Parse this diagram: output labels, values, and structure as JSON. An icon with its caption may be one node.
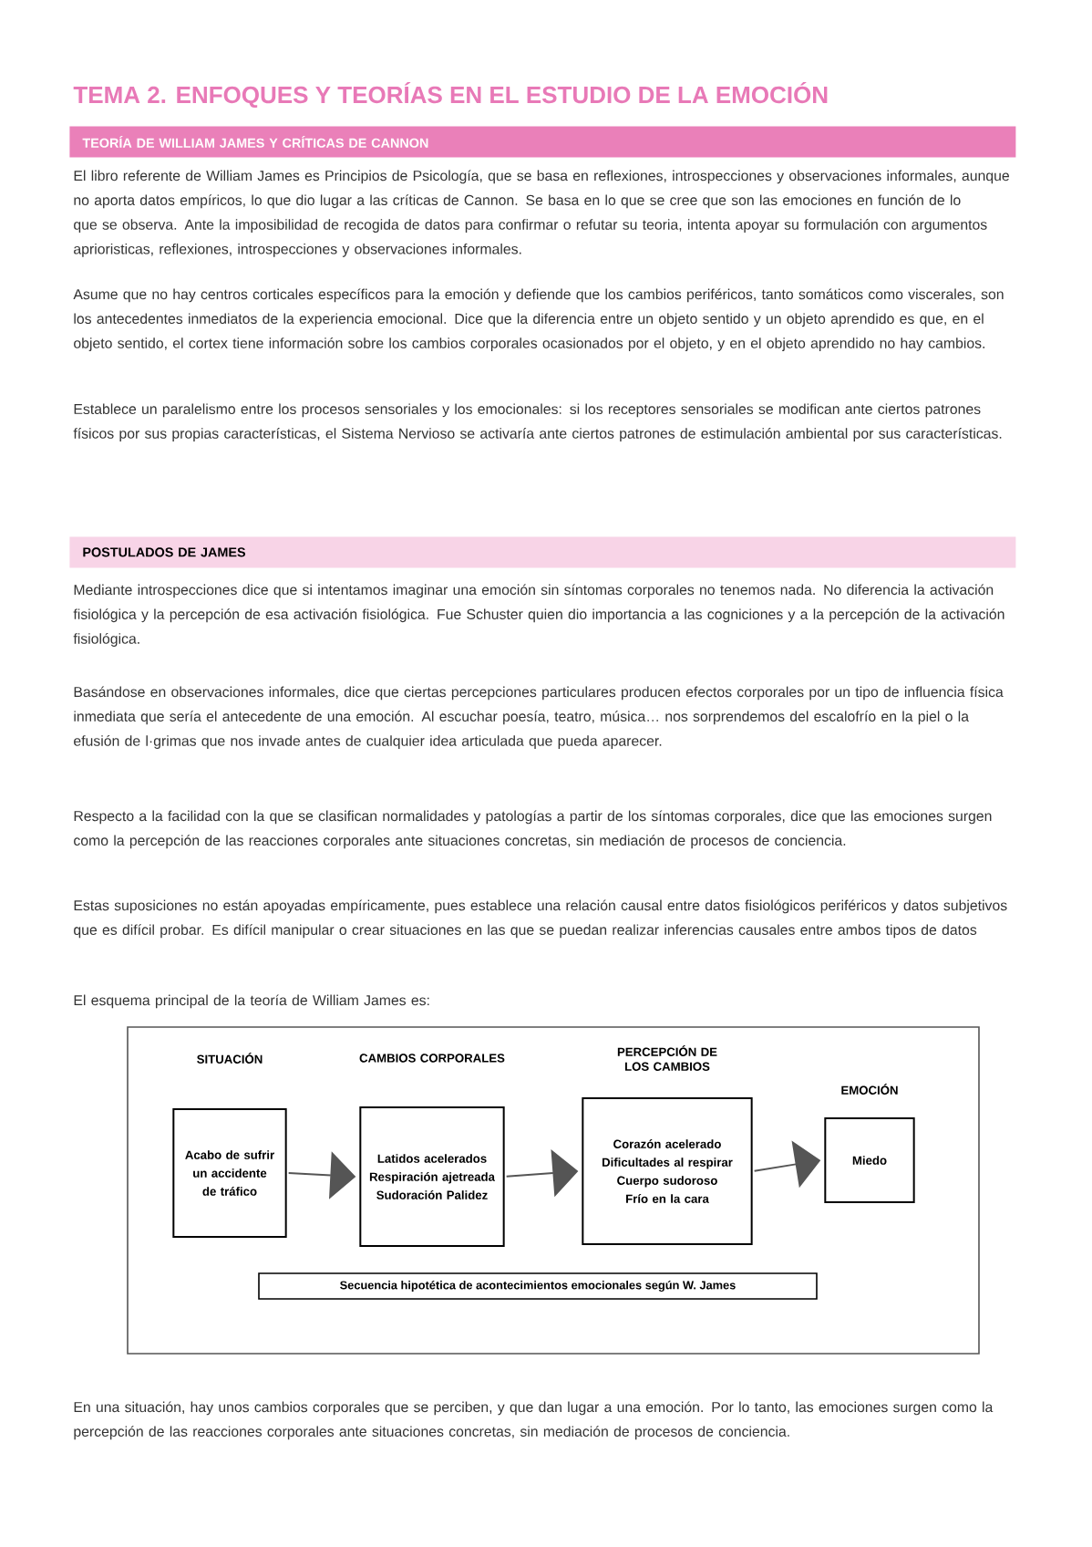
{
  "diagram": {
    "title": "TEMA 2. ENFOQUES Y TEORÍAS EN EL ESTUDIO DE LA EMOCIÓN",
    "nodes": [
      {
        "text": [
          "TEORÍA DE WILLIAM JAMES Y CRÍTICAS DE CANNON"
        ]
      },
      {
        "text": [
          "POSTULADOS DE JAMES"
        ]
      },
      {
        "text": [],
        "shape": "box"
      },
      {
        "text": [
          "SITUACIÓN",
          "Acabo de sufrir un accidente de tráfico"
        ],
        "in": 2
      },
      {
        "text": [
          "CAMBIOS CORPORALES",
          "Latidos acelerados Respiración ajetreada Sudoración Palidez"
        ],
        "in": 2
      },
      {
        "text": [
          "PERCEPCIÓN DE LOS CAMBIOS",
          "Corazón acelerado Dificultades al respirar Cuerpo sudoroso Frío en la cara"
        ],
        "in": 2
      },
      {
        "text": [
          "EMOCIÓN",
          "Miedo"
        ],
        "in": 2
      },
      {
        "text": [
          "Secuencia hipotética de acontecimientos emocionales según W. James"
        ],
        "in": 2
      }
    ],
    "edges": [
      {
        "from": 3,
        "to": 4,
        "arrow": "to"
      },
      {
        "from": 4,
        "to": 5,
        "arrow": "to"
      },
      {
        "from": 5,
        "to": 6,
        "arrow": "to"
      }
    ],
    "labels": [
      "El libro referente de William James es Principios de Psicología, que se basa en reflexiones, introspecciones y observaciones informales, aunque no aporta datos empíricos, lo que dio lugar a las críticas de Cannon. Se basa en lo que se cree que son las emociones en función de lo que se observa. Ante la imposibilidad de recogida de datos para confirmar o refutar su teoria, intenta apoyar su formulación con argumentos aprioristicas, reflexiones, introspecciones y observaciones informales.",
      "Asume que no hay centros corticales específicos para la emoción y defiende que los cambios periféricos, tanto somáticos como viscerales, son los antecedentes inmediatos de la experiencia emocional. Dice que la diferencia entre un objeto sentido y un objeto aprendido es que, en el objeto sentido, el cortex tiene información sobre los cambios corporales ocasionados por el objeto, y en el objeto aprendido no hay cambios.",
      "Establece un paralelismo entre los procesos sensoriales y los emocionales: si los receptores sensoriales se modifican ante ciertos patrones físicos por sus propias características, el Sistema Nervioso se activaría ante ciertos patrones de estimulación ambiental por sus características.",
      "Mediante introspecciones dice que si intentamos imaginar una emoción sin síntomas corporales no tenemos nada. No diferencia la activación fisiológica y la percepción de esa activación fisiológica. Fue Schuster quien dio importancia a las cogniciones y a la percepción de la activación fisiológica.",
      "Basándose en observaciones informales, dice que ciertas percepciones particulares producen efectos corporales por un tipo de influencia física inmediata que sería el antecedente de una emoción. Al escuchar poesía, teatro, música… nos sorprendemos del escalofrío en la piel o la efusión de l·grimas que nos invade antes de cualquier idea articulada que pueda aparecer.",
      "Respecto a la facilidad con la que se clasifican normalidades y patologías a partir de los síntomas corporales, dice que las emociones surgen como la percepción de las reacciones corporales ante situaciones concretas, sin mediación de procesos de conciencia.",
      "Estas suposiciones no están apoyadas empíricamente, pues establece una relación causal entre datos fisiológicos periféricos y datos subjetivos que es difícil probar. Es difícil manipular o crear situaciones en las que se puedan realizar inferencias causales entre ambos tipos de datos",
      "El esquema principal de la teoría de William James es:",
      "En una situación, hay unos cambios corporales que se perciben, y que dan lugar a una emoción. Por lo tanto, las emociones surgen como la percepción de las reacciones corporales ante situaciones concretas, sin mediación de procesos de conciencia."
    ]
  }
}
